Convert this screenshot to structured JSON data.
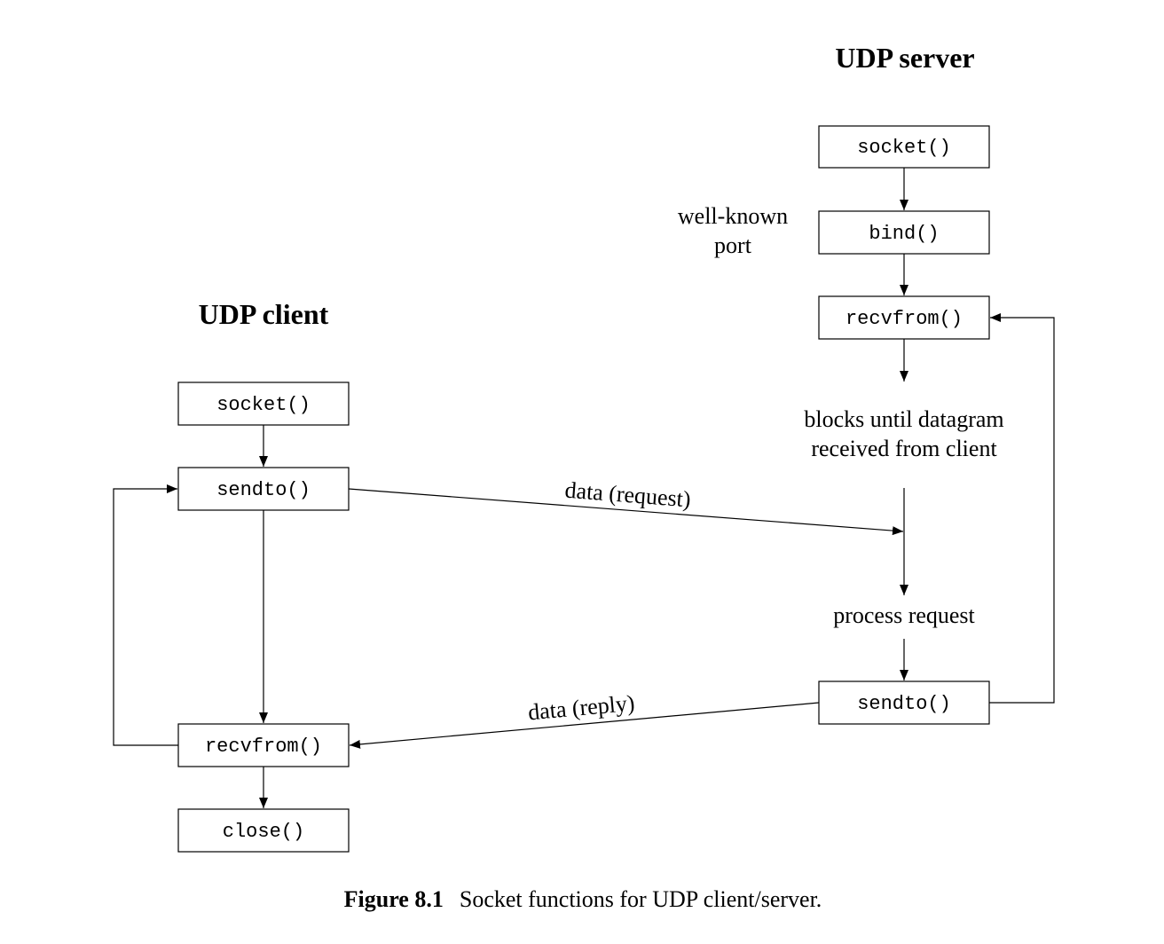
{
  "server": {
    "heading": "UDP server",
    "socket": "socket()",
    "bind": "bind()",
    "recvfrom": "recvfrom()",
    "sendto": "sendto()",
    "port_note": [
      "well-known",
      "port"
    ],
    "block_note": [
      "blocks until datagram",
      "received from client"
    ],
    "process_note": "process request"
  },
  "client": {
    "heading": "UDP client",
    "socket": "socket()",
    "sendto": "sendto()",
    "recvfrom": "recvfrom()",
    "close": "close()"
  },
  "messages": {
    "request": "data (request)",
    "reply": "data (reply)"
  },
  "caption": {
    "figure": "Figure 8.1",
    "text": "Socket functions for UDP client/server."
  }
}
